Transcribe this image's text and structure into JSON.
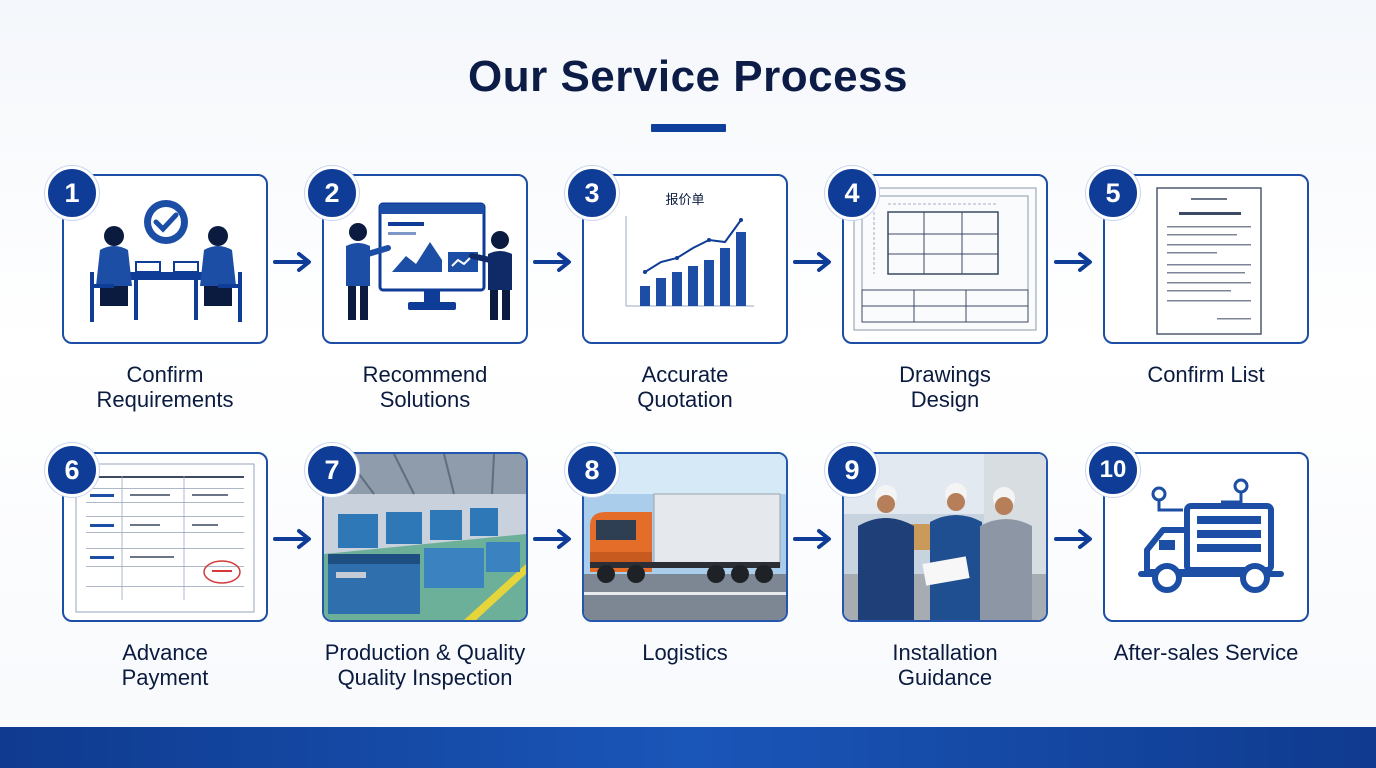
{
  "title": "Our Service Process",
  "colors": {
    "primary": "#0f3c97",
    "accent": "#1d4ea6",
    "footer": "#1a56b8"
  },
  "steps": [
    {
      "number": "1",
      "label_lines": [
        "Confirm",
        "Requirements"
      ],
      "icon": "meeting-icon"
    },
    {
      "number": "2",
      "label_lines": [
        "Recommend",
        "Solutions"
      ],
      "icon": "presentation-icon"
    },
    {
      "number": "3",
      "label_lines": [
        "Accurate",
        "Quotation"
      ],
      "icon": "quotation-chart-icon",
      "chart_title": "报价单"
    },
    {
      "number": "4",
      "label_lines": [
        "Drawings",
        "Design"
      ],
      "icon": "blueprint-icon"
    },
    {
      "number": "5",
      "label_lines": [
        "Confirm List"
      ],
      "icon": "document-icon"
    },
    {
      "number": "6",
      "label_lines": [
        "Advance",
        "Payment"
      ],
      "icon": "invoice-icon"
    },
    {
      "number": "7",
      "label_lines": [
        "Production & Quality",
        "Quality Inspection"
      ],
      "icon": "factory-icon"
    },
    {
      "number": "8",
      "label_lines": [
        "Logistics"
      ],
      "icon": "truck-photo-icon"
    },
    {
      "number": "9",
      "label_lines": [
        "Installation",
        "Guidance"
      ],
      "icon": "engineers-icon"
    },
    {
      "number": "10",
      "label_lines": [
        "After-sales Service"
      ],
      "icon": "service-truck-icon"
    }
  ]
}
